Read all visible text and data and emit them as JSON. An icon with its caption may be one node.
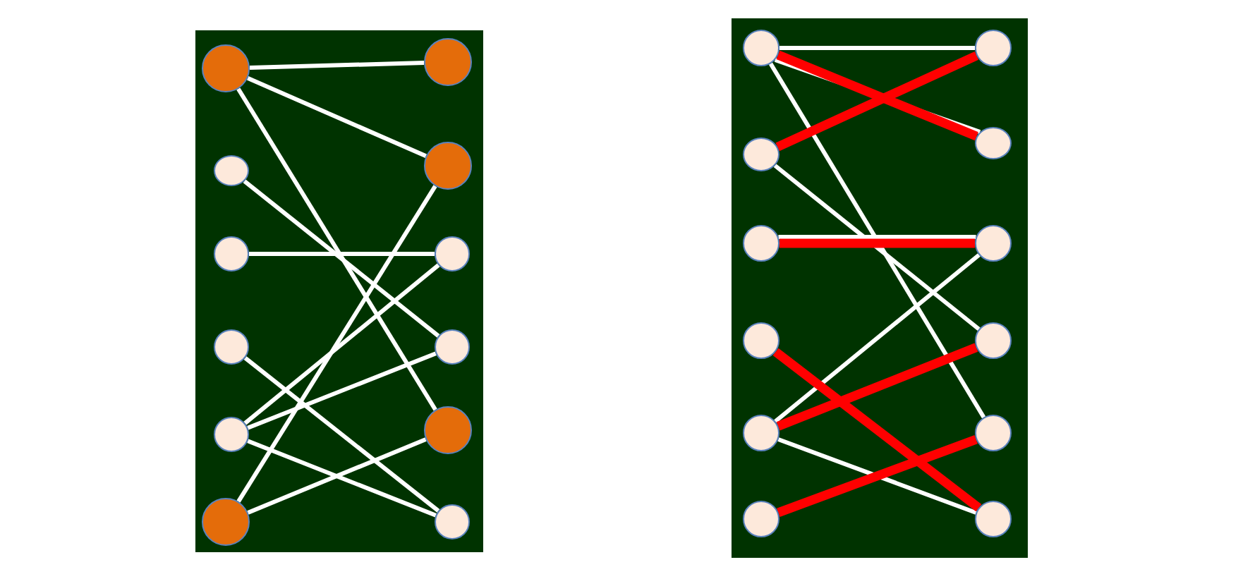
{
  "diagram": {
    "nodes": [
      {
        "text": [],
        "shape": "box"
      },
      {
        "text": [],
        "shape": "circle",
        "in": 0
      },
      {
        "text": [],
        "shape": "circle",
        "in": 0
      },
      {
        "text": [],
        "shape": "circle",
        "in": 0
      },
      {
        "text": [],
        "shape": "circle",
        "in": 0
      },
      {
        "text": [],
        "shape": "circle",
        "in": 0
      },
      {
        "text": [],
        "shape": "circle",
        "in": 0
      },
      {
        "text": [],
        "shape": "circle",
        "in": 0
      },
      {
        "text": [],
        "shape": "circle",
        "in": 0
      },
      {
        "text": [],
        "shape": "circle",
        "in": 0
      },
      {
        "text": [],
        "shape": "circle",
        "in": 0
      },
      {
        "text": [],
        "shape": "circle",
        "in": 0
      },
      {
        "text": [],
        "shape": "circle",
        "in": 0
      },
      {
        "text": [],
        "shape": "box"
      },
      {
        "text": [],
        "shape": "circle",
        "in": 13
      },
      {
        "text": [],
        "shape": "circle",
        "in": 13
      },
      {
        "text": [],
        "shape": "circle",
        "in": 13
      },
      {
        "text": [],
        "shape": "circle",
        "in": 13
      },
      {
        "text": [],
        "shape": "circle",
        "in": 13
      },
      {
        "text": [],
        "shape": "circle",
        "in": 13
      },
      {
        "text": [],
        "shape": "circle",
        "in": 13
      },
      {
        "text": [],
        "shape": "circle",
        "in": 13
      },
      {
        "text": [],
        "shape": "circle",
        "in": 13
      },
      {
        "text": [],
        "shape": "circle",
        "in": 13
      },
      {
        "text": [],
        "shape": "circle",
        "in": 13
      },
      {
        "text": [],
        "shape": "circle",
        "in": 13
      }
    ],
    "edges": [
      {
        "from": 1,
        "to": 7,
        "arrow": "none"
      },
      {
        "from": 1,
        "to": 8,
        "arrow": "none"
      },
      {
        "from": 1,
        "to": 11,
        "arrow": "none"
      },
      {
        "from": 2,
        "to": 10,
        "arrow": "none"
      },
      {
        "from": 3,
        "to": 9,
        "arrow": "none"
      },
      {
        "from": 4,
        "to": 12,
        "arrow": "none"
      },
      {
        "from": 5,
        "to": 9,
        "arrow": "none"
      },
      {
        "from": 5,
        "to": 10,
        "arrow": "none"
      },
      {
        "from": 5,
        "to": 12,
        "arrow": "none"
      },
      {
        "from": 6,
        "to": 8,
        "arrow": "none"
      },
      {
        "from": 6,
        "to": 11,
        "arrow": "none"
      },
      {
        "from": 14,
        "to": 20,
        "arrow": "none"
      },
      {
        "from": 14,
        "to": 21,
        "arrow": "none"
      },
      {
        "from": 14,
        "to": 24,
        "arrow": "none"
      },
      {
        "from": 15,
        "to": 23,
        "arrow": "none"
      },
      {
        "from": 16,
        "to": 22,
        "arrow": "none"
      },
      {
        "from": 18,
        "to": 22,
        "arrow": "none"
      },
      {
        "from": 18,
        "to": 25,
        "arrow": "none"
      },
      {
        "from": 14,
        "to": 21,
        "arrow": "none",
        "style": "thick",
        "color": "#ff0000"
      },
      {
        "from": 15,
        "to": 20,
        "arrow": "none",
        "style": "thick",
        "color": "#ff0000"
      },
      {
        "from": 16,
        "to": 22,
        "arrow": "none",
        "style": "thick",
        "color": "#ff0000"
      },
      {
        "from": 17,
        "to": 25,
        "arrow": "none",
        "style": "thick",
        "color": "#ff0000"
      },
      {
        "from": 18,
        "to": 23,
        "arrow": "none",
        "style": "thick",
        "color": "#ff0000"
      },
      {
        "from": 19,
        "to": 24,
        "arrow": "none",
        "style": "thick",
        "color": "#ff0000"
      }
    ]
  }
}
